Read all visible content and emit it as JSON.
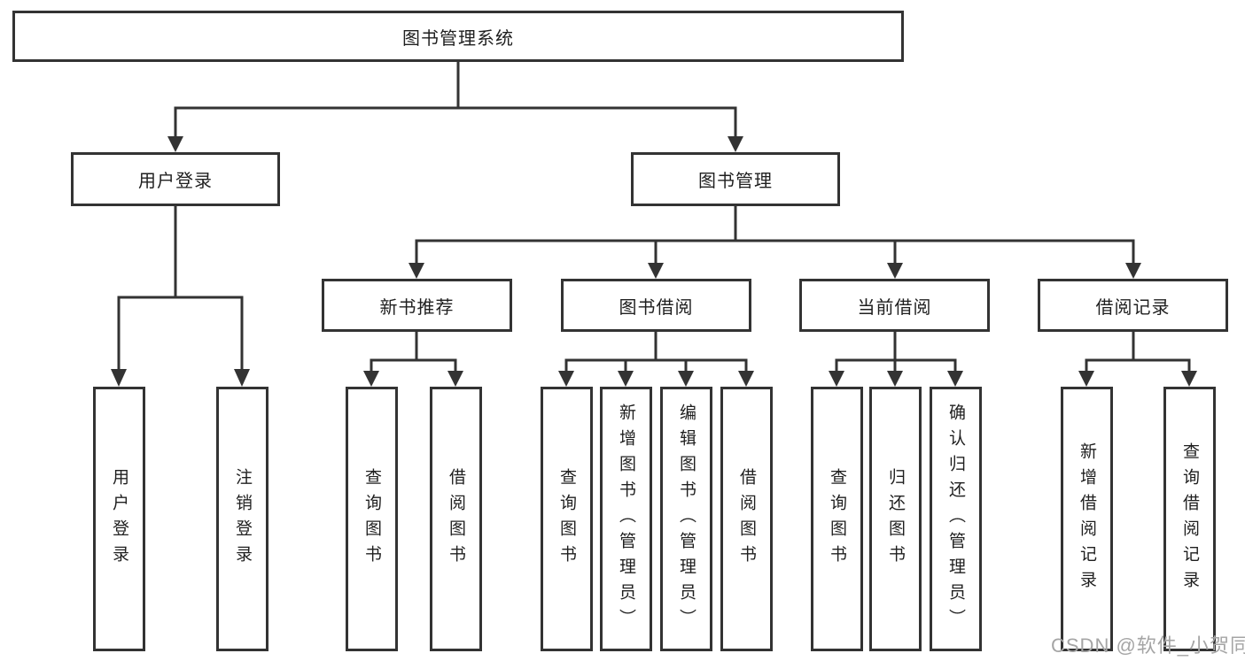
{
  "diagram": {
    "title": "图书管理系统",
    "root": {
      "label": "图书管理系统"
    },
    "level2": [
      {
        "label": "用户登录"
      },
      {
        "label": "图书管理"
      }
    ],
    "level3": [
      {
        "label": "新书推荐"
      },
      {
        "label": "图书借阅"
      },
      {
        "label": "当前借阅"
      },
      {
        "label": "借阅记录"
      }
    ],
    "leaves": [
      {
        "label": "用户登录",
        "parent": "用户登录"
      },
      {
        "label": "注销登录",
        "parent": "用户登录"
      },
      {
        "label": "查询图书",
        "parent": "新书推荐"
      },
      {
        "label": "借阅图书",
        "parent": "新书推荐"
      },
      {
        "label": "查询图书",
        "parent": "图书借阅"
      },
      {
        "label": "新增图书（管理员）",
        "parent": "图书借阅"
      },
      {
        "label": "编辑图书（管理员）",
        "parent": "图书借阅"
      },
      {
        "label": "借阅图书",
        "parent": "图书借阅"
      },
      {
        "label": "查询图书",
        "parent": "当前借阅"
      },
      {
        "label": "归还图书",
        "parent": "当前借阅"
      },
      {
        "label": "确认归还（管理员）",
        "parent": "当前借阅"
      },
      {
        "label": "新增借阅记录",
        "parent": "借阅记录"
      },
      {
        "label": "查询借阅记录",
        "parent": "借阅记录"
      }
    ]
  },
  "watermark": {
    "text": "CSDN @软件_小贺同学"
  },
  "colors": {
    "line": "#333333",
    "text": "#1f1f1f",
    "box_fill": "#ffffff",
    "watermark": "#a5a5a5",
    "background": "#ffffff"
  }
}
